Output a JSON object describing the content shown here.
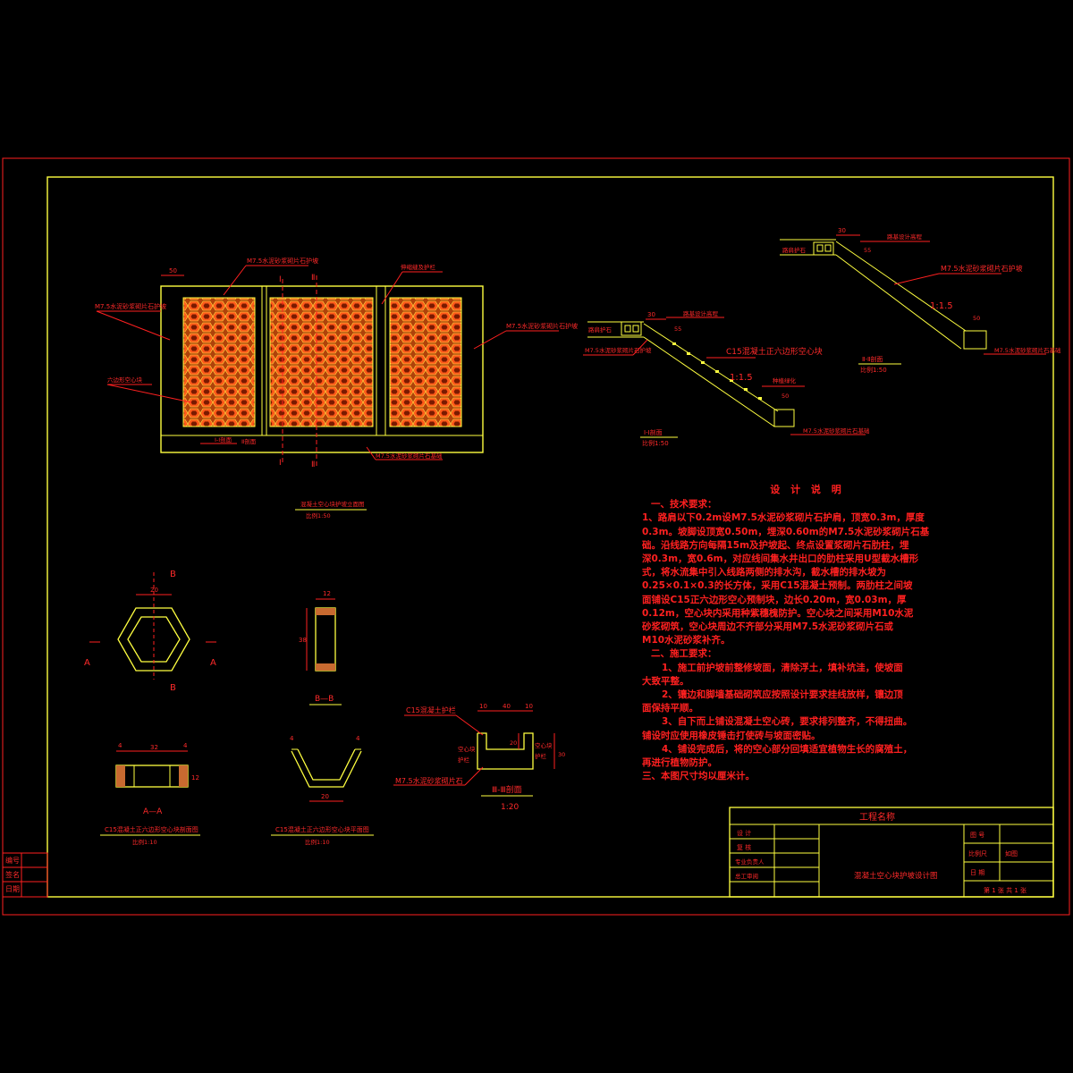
{
  "drawing_title": "混凝土空心块护坡设计图",
  "project_name_label": "工程名称",
  "plan": {
    "title": "混凝土空心块护坡立面图",
    "scale": "比例1:50",
    "dim_top_left": "50",
    "left_label_top": "M7.5水泥砂浆砌片石护坡",
    "left_label_mid": "六边形空心块",
    "right_label": "M7.5水泥砂浆砌片石护坡",
    "top_label": "M7.5水泥砂浆砌片石护坡",
    "top_right_label": "伸缩缝及护栏",
    "bottom_label_1": "Ⅰ-Ⅰ剖面",
    "bottom_label_2": "Ⅱ剖面",
    "bottom_label_3": "M7.5水泥砂浆砌片石基础",
    "sec_I": "Ⅰ",
    "sec_II": "Ⅱ"
  },
  "section_I": {
    "title": "Ⅰ-Ⅰ剖面",
    "scale": "比例1:50",
    "dim_30": "30",
    "dim_55": "55",
    "dim_50": "50",
    "slope": "1:1.5",
    "label_top": "路基设计高程",
    "label_left1": "路肩护石",
    "label_left2": "M7.5水泥砂浆砌片石护坡",
    "label_block": "C15混凝土正六边形空心块",
    "label_plant": "种植绿化",
    "label_base": "M7.5水泥砂浆砌片石基础"
  },
  "section_II": {
    "title": "Ⅱ-Ⅱ剖面",
    "scale": "比例1:50",
    "dim_30": "30",
    "dim_55": "55",
    "dim_50": "50",
    "slope": "1:1.5",
    "label_top": "路基设计高程",
    "label_left": "路肩护石",
    "label_slope": "M7.5水泥砂浆砌片石护坡",
    "label_base": "M7.5水泥砂浆砌片石基础"
  },
  "hex": {
    "dim": "20",
    "label_B": "B",
    "label_A": "A",
    "aa_dim_left": "4",
    "aa_dim_mid": "32",
    "aa_dim_right": "4",
    "aa_dim_h": "12",
    "aa_title": "A—A",
    "aa_caption": "C15混凝土正六边形空心块剖面图",
    "aa_scale": "比例1:10",
    "bb_dim_w": "12",
    "bb_dim_h": "38",
    "bb_title": "B—B",
    "u_dim_l": "4",
    "u_dim_r": "4",
    "u_dim_b": "20",
    "u_caption": "C15混凝土正六边形空心块平面图",
    "u_scale": "比例1:10"
  },
  "section_III": {
    "title": "Ⅲ-Ⅲ剖面",
    "scale": "1:20",
    "label_top": "C15混凝土护栏",
    "label_bottom": "M7.5水泥砂浆砌片石",
    "label_l": "空心块",
    "label_l2": "护栏",
    "label_r": "空心块",
    "label_r2": "护栏",
    "dim_10a": "10",
    "dim_40": "40",
    "dim_10b": "10",
    "dim_20": "20",
    "dim_30": "30"
  },
  "notes": {
    "title": "设 计 说 明",
    "lines": [
      "一、技术要求：",
      "1、路肩以下0.2m设M7.5水泥砂浆砌片石护肩，顶宽0.3m，厚度",
      "0.3m。坡脚设顶宽0.50m，埋深0.60m的M7.5水泥砂浆砌片石基",
      "础。沿线路方向每隔15m及护坡起、终点设置浆砌片石肋柱，埋",
      "深0.3m，宽0.6m，对应线间集水井出口的肋柱采用U型截水槽形",
      "式，将水流集中引入线路两侧的排水沟，截水槽的排水坡为",
      "0.25×0.1×0.3的长方体，采用C15混凝土预制。两肋柱之间坡",
      "面铺设C15正六边形空心预制块，边长0.20m，宽0.03m，厚",
      "0.12m，空心块内采用种紫穗槐防护。空心块之间采用M10水泥",
      "砂浆砌筑，空心块周边不齐部分采用M7.5水泥砂浆砌片石或",
      "M10水泥砂浆补齐。",
      "二、施工要求：",
      "1、施工前护坡前整修坡面，清除浮土，填补坑洼，使坡面",
      "大致平整。",
      "2、镶边和脚墙基础砌筑应按照设计要求挂线放样，镶边顶",
      "面保持平顺。",
      "3、自下而上铺设混凝土空心砖，要求排列整齐，不得扭曲。",
      "铺设时应使用橡皮锤击打使砖与坡面密贴。",
      "4、铺设完成后，将的空心部分回填适宜植物生长的腐殖土，",
      "再进行植物防护。",
      "三、本图尺寸均以厘米计。"
    ]
  },
  "title_block": {
    "row1": "设  计",
    "row2": "复  核",
    "row3": "专业负责人",
    "row4": "总工审阅",
    "drawing_no": "图 号",
    "scale_label": "比例尺",
    "scale_value": "如图",
    "date_label": "日 期",
    "sheet": "第 1 张 共 1 张"
  },
  "left_strip": {
    "r1": "编号",
    "r2": "签名",
    "r3": "日期"
  }
}
